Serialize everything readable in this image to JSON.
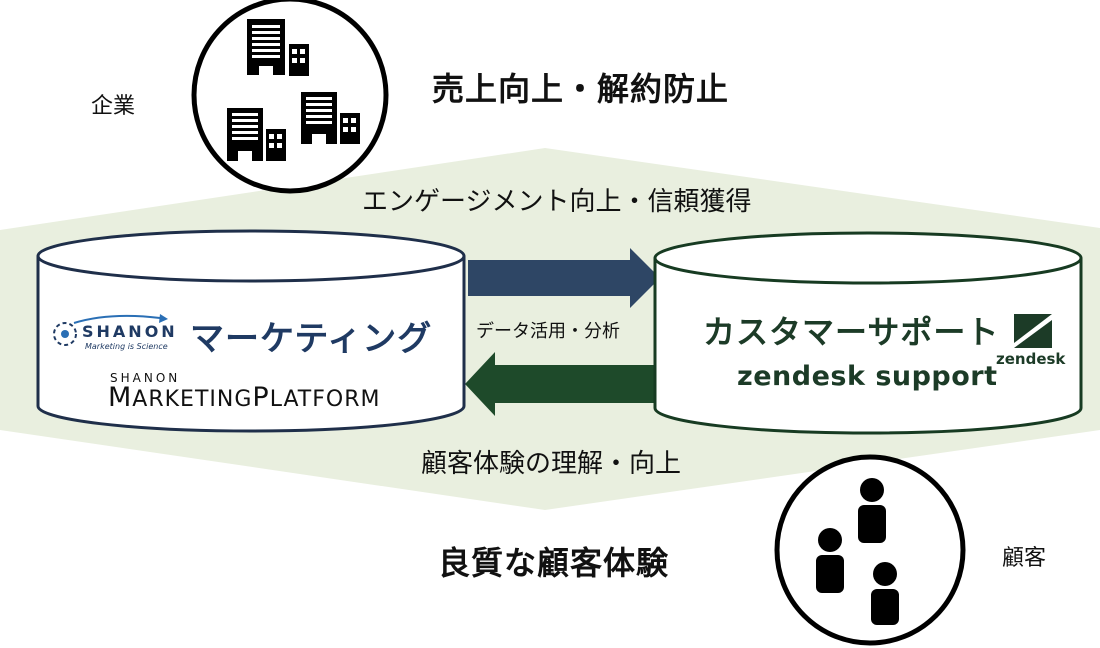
{
  "labels": {
    "company": "企業",
    "sales_goal": "売上向上・解約防止",
    "engagement": "エンゲージメント向上・信頼獲得",
    "data_use": "データ活用・分析",
    "cx_understanding": "顧客体験の理解・向上",
    "quality_cx": "良質な顧客体験",
    "customer": "顧客"
  },
  "marketing": {
    "title": "マーケティング",
    "shanon_name": "SHANON",
    "shanon_tagline": "Marketing is Science",
    "platform_small": "SHANON",
    "platform_m": "M",
    "platform_arketing": "ARKETING",
    "platform_p": "P",
    "platform_latform": "LATFORM"
  },
  "support": {
    "title": "カスタマーサポート",
    "product": "zendesk support",
    "zendesk_word": "zendesk"
  },
  "colors": {
    "band": "#e9efdf",
    "arrow_right": "#2e4665",
    "arrow_left": "#1e4a2a",
    "marketing_text": "#1f3a63",
    "support_text": "#1c3b27"
  },
  "icons": {
    "company": "office-buildings-icon",
    "customer": "people-icon",
    "shanon_logo": "shanon-logo-icon",
    "zendesk_logo": "zendesk-logo-icon"
  }
}
